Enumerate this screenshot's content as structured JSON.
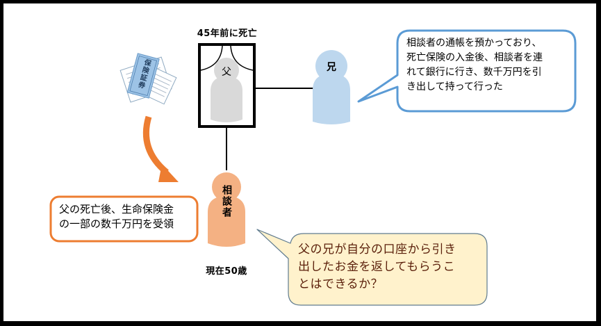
{
  "father": {
    "status_label": "45年前に死亡",
    "name_label": "父"
  },
  "brother": {
    "name_label": "兄",
    "speech": [
      "相談者の通帳を預かっており、",
      "死亡保険の入金後、相談者を連",
      "れて銀行に行き、数千万円を引",
      "き出して持って行った"
    ]
  },
  "client": {
    "name_label": "相談者",
    "age_label": "現在50歳"
  },
  "insurance": {
    "certificate_label": "保険証券",
    "note": [
      "父の死亡後、生命保険金",
      "の一部の数千万円を受領"
    ]
  },
  "question": {
    "lines": [
      "父の兄が自分の口座から引き",
      "出したお金を返してもらうこ",
      "とはできるか？"
    ]
  },
  "colors": {
    "father_figure": "#d9d9d9",
    "brother_figure": "#bdd7ee",
    "client_figure": "#f4b183",
    "arrow": "#ed7d31",
    "brother_bubble_border": "#5b9bd5",
    "note_border": "#ed7d31",
    "question_fill": "#fff2cc",
    "question_border": "#5f7b8f"
  }
}
